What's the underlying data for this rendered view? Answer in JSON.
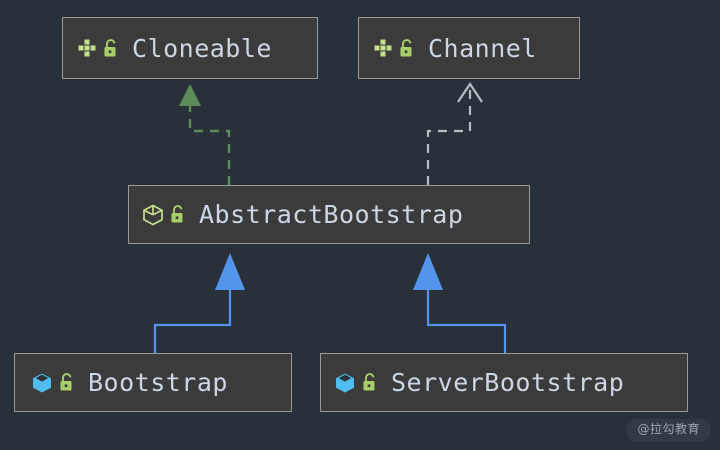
{
  "diagram": {
    "type": "uml-class-diagram",
    "background_color": "#283039",
    "node_fill_color": "#3b3b3b",
    "node_border_color": "#9a9a9a",
    "label_color": "#ccd6e4",
    "nodes": [
      {
        "id": "cloneable",
        "label": "Cloneable",
        "kind": "interface",
        "type_icon": "interface-icon",
        "visibility_icon": "lock-icon",
        "icon_color": "#c3e08b",
        "lock_color": "#a8cf69"
      },
      {
        "id": "channel",
        "label": "Channel",
        "kind": "interface",
        "type_icon": "interface-icon",
        "visibility_icon": "lock-icon",
        "icon_color": "#c3e08b",
        "lock_color": "#a8cf69"
      },
      {
        "id": "abstractbootstrap",
        "label": "AbstractBootstrap",
        "kind": "abstract-class",
        "type_icon": "abstract-class-cube-icon",
        "visibility_icon": "lock-icon",
        "icon_color": "#c3e08b",
        "lock_color": "#a8cf69"
      },
      {
        "id": "bootstrap",
        "label": "Bootstrap",
        "kind": "class",
        "type_icon": "class-cube-icon",
        "visibility_icon": "lock-icon",
        "icon_color": "#4fbdf0",
        "lock_color": "#a8cf69"
      },
      {
        "id": "serverbootstrap",
        "label": "ServerBootstrap",
        "kind": "class",
        "type_icon": "class-cube-icon",
        "visibility_icon": "lock-icon",
        "icon_color": "#4fbdf0",
        "lock_color": "#a8cf69"
      }
    ],
    "edges": [
      {
        "id": "abstractbootstrap-implements-cloneable",
        "from": "abstractbootstrap",
        "to": "cloneable",
        "relation": "implements",
        "line_style": "dashed",
        "arrow_style": "filled-triangle",
        "color": "#5b8c5a"
      },
      {
        "id": "abstractbootstrap-implements-channel",
        "from": "abstractbootstrap",
        "to": "channel",
        "relation": "implements",
        "line_style": "dashed",
        "arrow_style": "open-triangle",
        "color": "#b6bcc4"
      },
      {
        "id": "bootstrap-extends-abstractbootstrap",
        "from": "bootstrap",
        "to": "abstractbootstrap",
        "relation": "extends",
        "line_style": "solid",
        "arrow_style": "filled-triangle",
        "color": "#5394ec"
      },
      {
        "id": "serverbootstrap-extends-abstractbootstrap",
        "from": "serverbootstrap",
        "to": "abstractbootstrap",
        "relation": "extends",
        "line_style": "solid",
        "arrow_style": "filled-triangle",
        "color": "#5394ec"
      }
    ]
  },
  "watermark": {
    "text": "@拉勾教育"
  }
}
